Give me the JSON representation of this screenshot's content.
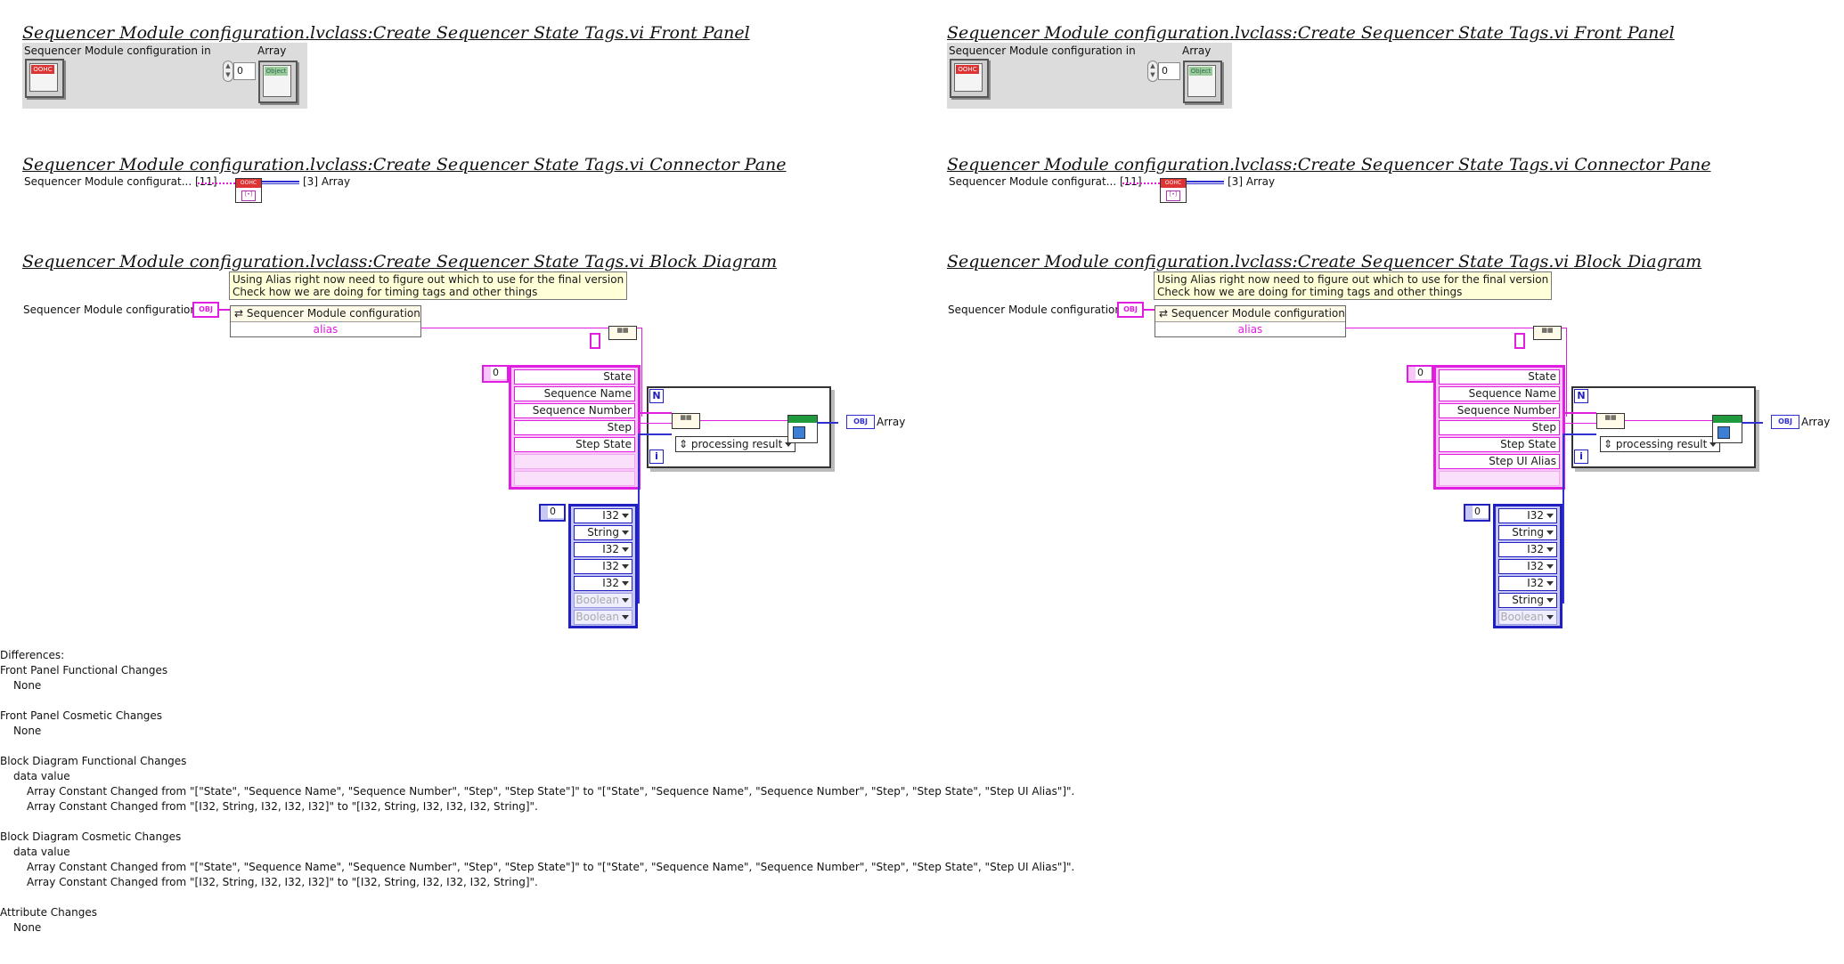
{
  "panes": [
    {
      "fp_title": "Sequencer Module configuration.lvclass:Create Sequencer State Tags.vi Front Panel",
      "fp_in_label": "Sequencer Module configuration in",
      "fp_array_label": "Array",
      "fp_index": "0",
      "cp_title": "Sequencer Module configuration.lvclass:Create Sequencer State Tags.vi Connector Pane",
      "cp_left": "Sequencer Module configurat... [11]",
      "cp_right": "[3] Array",
      "bd_title": "Sequencer Module configuration.lvclass:Create Sequencer State Tags.vi Block Diagram",
      "bd_note_line1": "Using Alias right now need to figure out which to use for the final version",
      "bd_note_line2": "Check how we are doing for timing tags and other things",
      "bd_in_label": "Sequencer Module configuration in",
      "bd_prop_class": "Sequencer Module configuration",
      "bd_prop_item": "alias",
      "bd_string_index": "0",
      "bd_strings": [
        "State",
        "Sequence Name",
        "Sequence Number",
        "Step",
        "Step State",
        "",
        ""
      ],
      "bd_type_index": "0",
      "bd_types": [
        "I32",
        "String",
        "I32",
        "I32",
        "I32",
        "Boolean",
        "Boolean"
      ],
      "bd_types_active": 5,
      "bd_enum": "processing result",
      "bd_loop_N": "N",
      "bd_loop_i": "i",
      "bd_out_label": "Array",
      "obj_tag": "OBJ"
    },
    {
      "fp_title": "Sequencer Module configuration.lvclass:Create Sequencer State Tags.vi Front Panel",
      "fp_in_label": "Sequencer Module configuration in",
      "fp_array_label": "Array",
      "fp_index": "0",
      "cp_title": "Sequencer Module configuration.lvclass:Create Sequencer State Tags.vi Connector Pane",
      "cp_left": "Sequencer Module configurat... [11]",
      "cp_right": "[3] Array",
      "bd_title": "Sequencer Module configuration.lvclass:Create Sequencer State Tags.vi Block Diagram",
      "bd_note_line1": "Using Alias right now need to figure out which to use for the final version",
      "bd_note_line2": "Check how we are doing for timing tags and other things",
      "bd_in_label": "Sequencer Module configuration in",
      "bd_prop_class": "Sequencer Module configuration",
      "bd_prop_item": "alias",
      "bd_string_index": "0",
      "bd_strings": [
        "State",
        "Sequence Name",
        "Sequence Number",
        "Step",
        "Step State",
        "Step UI Alias",
        ""
      ],
      "bd_type_index": "0",
      "bd_types": [
        "I32",
        "String",
        "I32",
        "I32",
        "I32",
        "String",
        "Boolean"
      ],
      "bd_types_active": 6,
      "bd_enum": "processing result",
      "bd_loop_N": "N",
      "bd_loop_i": "i",
      "bd_out_label": "Array",
      "obj_tag": "OBJ"
    }
  ],
  "differences": {
    "heading": "Differences:",
    "fp_func": "Front Panel Functional Changes",
    "fp_func_val": "None",
    "fp_cos": "Front Panel Cosmetic Changes",
    "fp_cos_val": "None",
    "bd_func": "Block Diagram Functional Changes",
    "bd_func_sub": "data value",
    "bd_func_1": "Array Constant  Changed from \"[\"State\", \"Sequence Name\", \"Sequence Number\", \"Step\", \"Step State\"]\" to \"[\"State\", \"Sequence Name\", \"Sequence Number\", \"Step\", \"Step State\", \"Step UI Alias\"]\".",
    "bd_func_2": "Array Constant  Changed from \"[I32, String, I32, I32, I32]\" to \"[I32, String, I32, I32, I32, String]\".",
    "bd_cos": "Block Diagram Cosmetic Changes",
    "bd_cos_sub": "data value",
    "bd_cos_1": "Array Constant  Changed from \"[\"State\", \"Sequence Name\", \"Sequence Number\", \"Step\", \"Step State\"]\" to \"[\"State\", \"Sequence Name\", \"Sequence Number\", \"Step\", \"Step State\", \"Step UI Alias\"]\".",
    "bd_cos_2": "Array Constant  Changed from \"[I32, String, I32, I32, I32]\" to \"[I32, String, I32, I32, I32, String]\".",
    "attr": "Attribute Changes",
    "attr_val": "None"
  }
}
